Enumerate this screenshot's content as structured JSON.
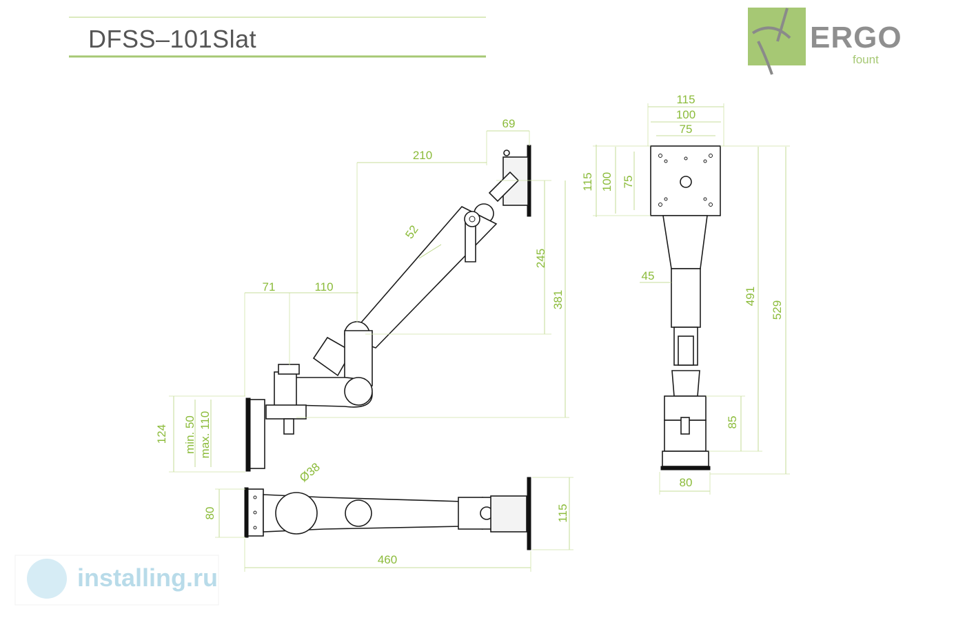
{
  "header": {
    "title": "DFSS–101Slat"
  },
  "logo": {
    "word": "ERGO",
    "sub": "fount"
  },
  "watermark": {
    "text": "installing.ru"
  },
  "dimensions": {
    "side": {
      "d69": "69",
      "d210": "210",
      "d52": "52",
      "d245": "245",
      "d381": "381",
      "d71": "71",
      "d110": "110",
      "d124": "124",
      "dmin": "min. 50",
      "dmax": "max. 110"
    },
    "top": {
      "d38": "Ø38",
      "d80": "80",
      "d115": "115",
      "d460": "460"
    },
    "front": {
      "w115": "115",
      "w100": "100",
      "w75": "75",
      "h115": "115",
      "h100": "100",
      "h75": "75",
      "d45": "45",
      "d491": "491",
      "d529": "529",
      "d85": "85",
      "d80": "80"
    }
  },
  "colors": {
    "dimension": "#8bbb3a",
    "accent": "#a6c874",
    "line": "#1a1a1a"
  }
}
